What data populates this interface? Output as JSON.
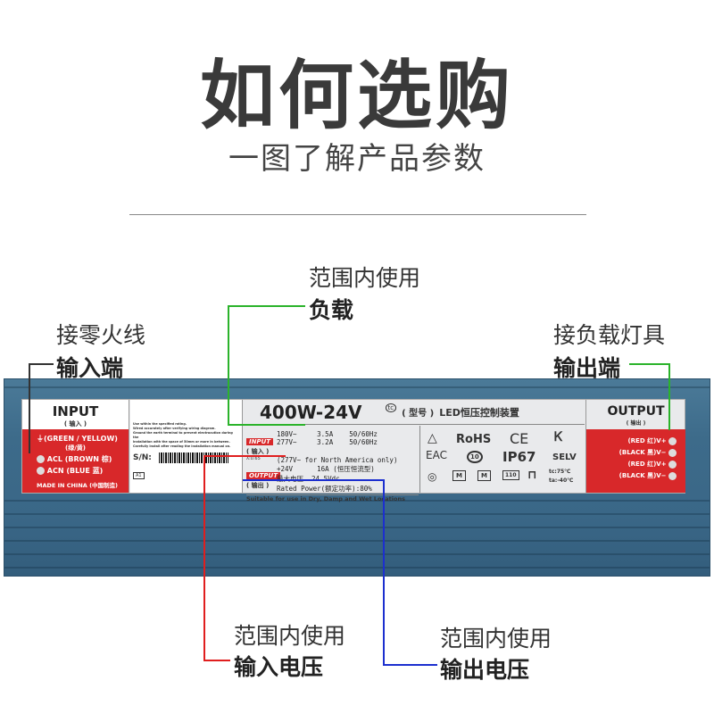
{
  "header": {
    "title": "如何选购",
    "subtitle": "一图了解产品参数"
  },
  "annotations": {
    "load": {
      "top": "范围内使用",
      "bottom": "负载"
    },
    "input_terminal": {
      "top": "接零火线",
      "bottom": "输入端"
    },
    "output_terminal": {
      "top": "接负载灯具",
      "bottom": "输出端"
    },
    "input_voltage": {
      "top": "范围内使用",
      "bottom": "输入电压"
    },
    "output_voltage": {
      "top": "范围内使用",
      "bottom": "输出电压"
    }
  },
  "label": {
    "input_panel": {
      "title": "INPUT",
      "subtitle": "( 输入 )",
      "wires": [
        "(GREEN / YELLOW)",
        "(绿/黄)",
        "ACL (BROWN 棕)",
        "ACN (BLUE 蓝)"
      ],
      "made_in": "MADE IN CHINA (中国制造)"
    },
    "warnings": [
      "Use within the specified rating.",
      "Wired accurately after verifying wiring diagram.",
      "Ground the earth terminal to prevent electrocution during the",
      "installation with the space of 50mm or more in between.",
      "Carefully install after reading the installation manual on."
    ],
    "sn_label": "S/N:",
    "sn_code": "A1",
    "model": "400W-24V",
    "tc": "tc",
    "model_prefix": "( 型号 )",
    "product_name": "LED恒压控制装置",
    "input_tag": "INPUT",
    "input_cn": "( 输入 )",
    "pf": "λ:0.65",
    "input_lines": [
      "180V~     3.5A    50/60Hz",
      "277V~     3.2A    50/60Hz",
      "(277V~ for North America only)"
    ],
    "output_tag": "OUTPUT",
    "output_cn": "( 输出 )",
    "output_lines": [
      "+24V      16A (恒压恒流型)",
      "最大电压  24.5Vdc",
      "Rated Power(额定功率):80%"
    ],
    "suitable": "Suitable for use in Dry, Damp and Wet Locations",
    "certs": {
      "rohs": "RoHS",
      "ce": "CE",
      "eac": "EAC",
      "ten": "10",
      "ip": "IP67",
      "selv": "SELV",
      "m1": "M",
      "m2": "M",
      "v110": "110",
      "tc": "tc:75℃",
      "ta": "ta:-40℃"
    },
    "output_panel": {
      "title": "OUTPUT",
      "subtitle": "( 输出 )",
      "terminals": [
        "(RED 红)V+",
        "(BLACK 黑)V−",
        "(RED 红)V+",
        "(BLACK 黑)V−"
      ]
    }
  }
}
